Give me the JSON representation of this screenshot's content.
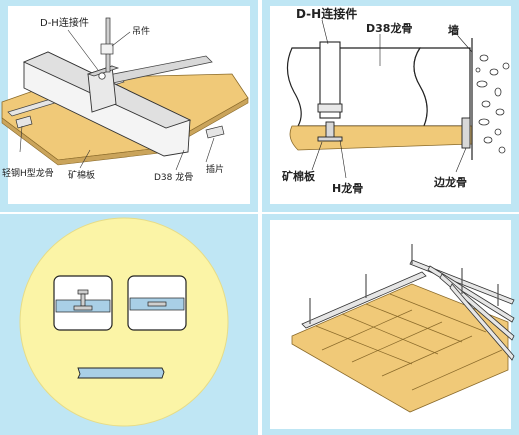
{
  "panel_top_left": {
    "labels": {
      "dh_connector": "D-H连接件",
      "hanger": "吊件",
      "h_joist": "轻钢H型龙骨",
      "mineral_board": "矿棉板",
      "d38_joist": "D38 龙骨",
      "insert_piece": "插片"
    }
  },
  "panel_top_right": {
    "labels": {
      "dh_connector": "D-H连接件",
      "d38_joist": "D38龙骨",
      "wall": "墙",
      "mineral_board": "矿棉板",
      "h_joist": "H龙骨",
      "edge_joist": "边龙骨"
    }
  },
  "colors": {
    "panel_bg": "#bfe6f4",
    "board": "#f0c978",
    "board_dark": "#caa45b",
    "circle": "#fbf4a6",
    "metal": "#d8d8d8",
    "joint_blue": "#a9cfe6"
  }
}
